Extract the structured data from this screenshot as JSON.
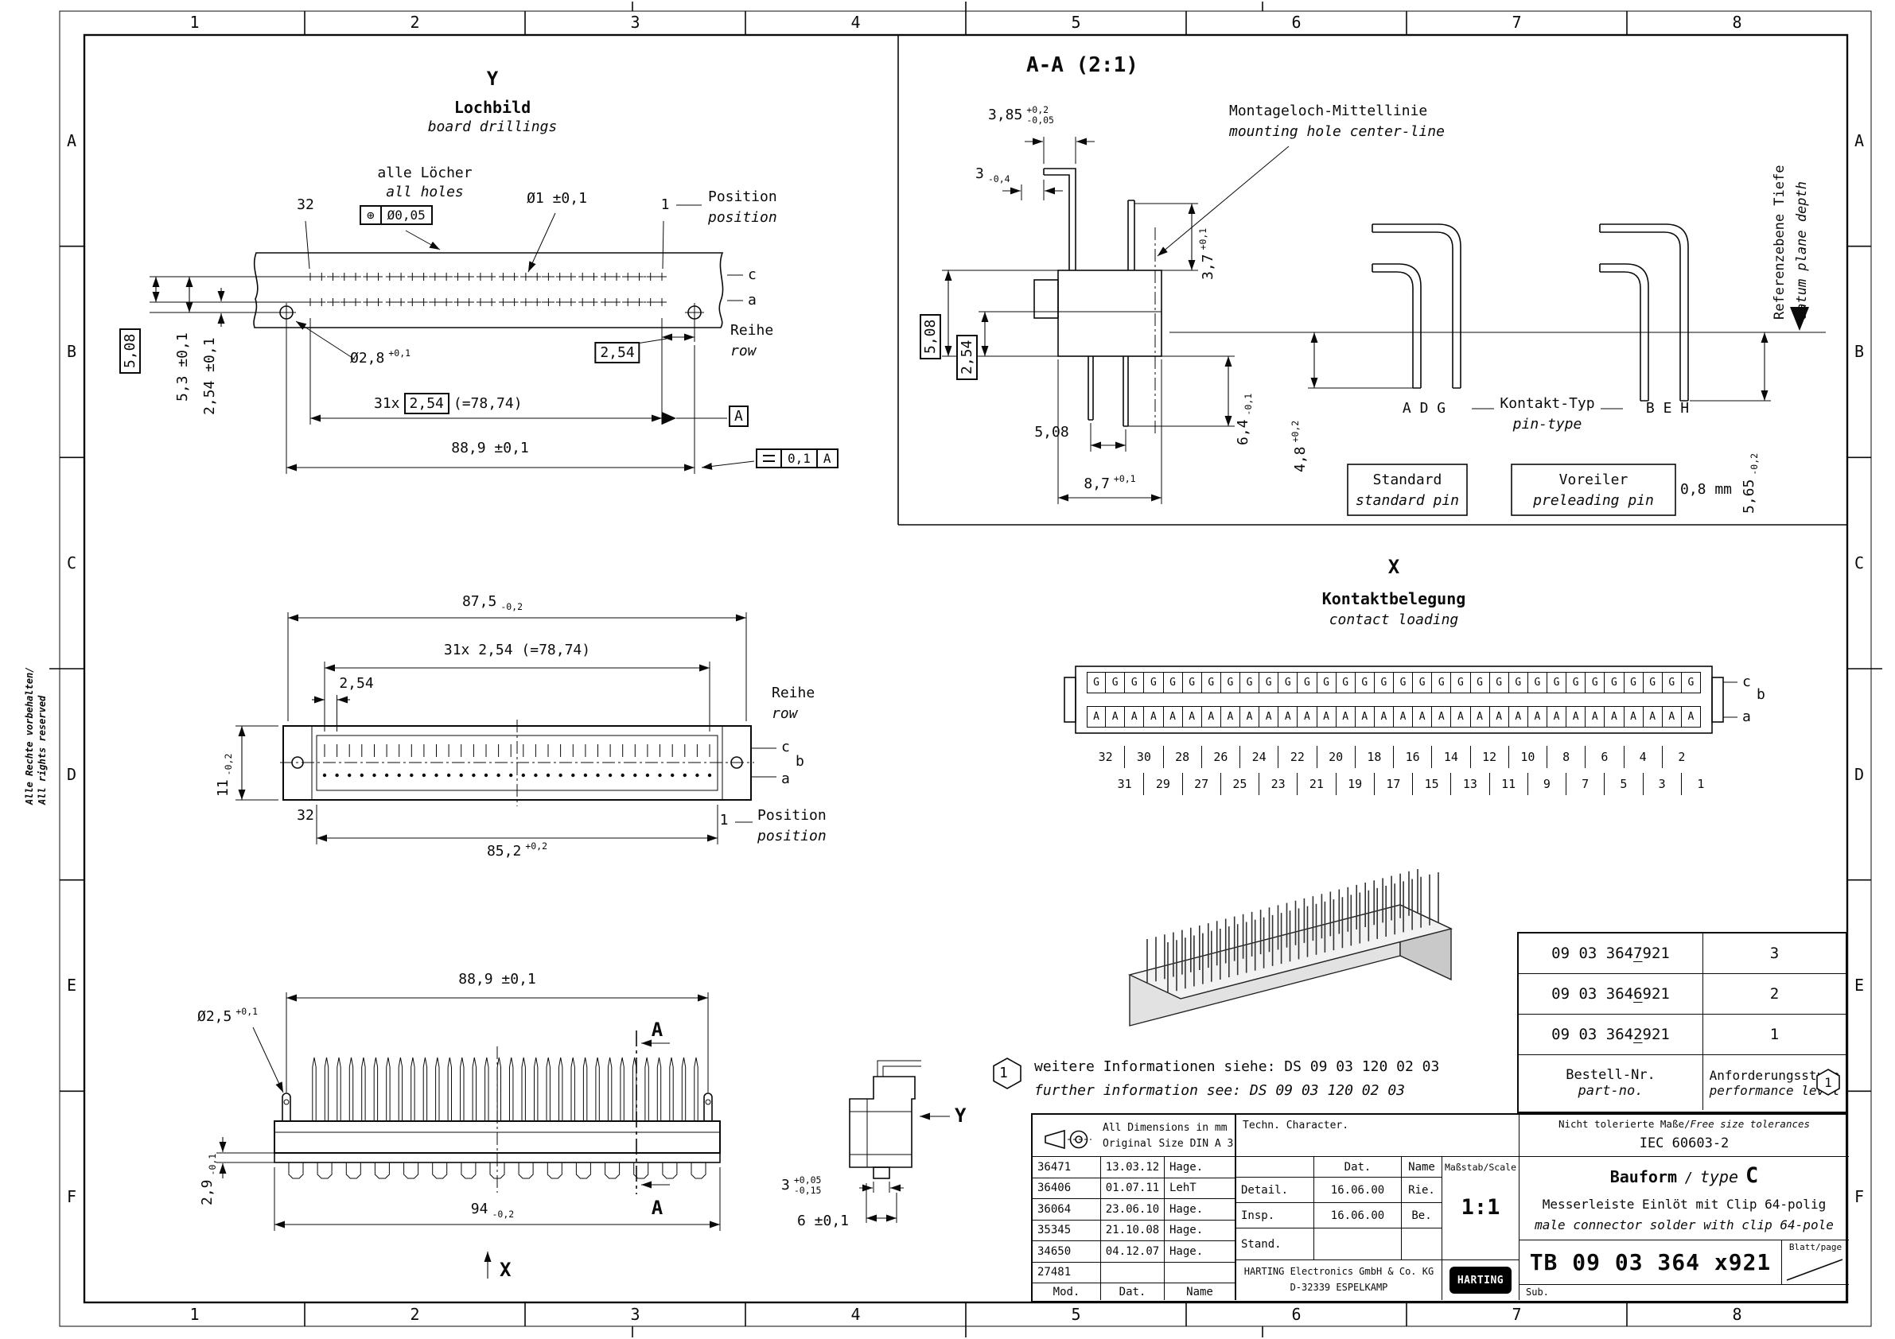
{
  "frame": {
    "cols": [
      "1",
      "2",
      "3",
      "4",
      "5",
      "6",
      "7",
      "8"
    ],
    "rows": [
      "A",
      "B",
      "C",
      "D",
      "E",
      "F"
    ],
    "copyright_de": "Alle Rechte vorbehalten/",
    "copyright_en": "All rights reserved"
  },
  "view_y": {
    "title": "Y",
    "subtitle_de": "Lochbild",
    "subtitle_en": "board drillings",
    "all_holes_de": "alle Löcher",
    "all_holes_en": "all holes",
    "pos_tol": "Ø0,05",
    "dia_hole": "Ø1 ±0,1",
    "pos_left": "32",
    "pos_right": "1",
    "position_de": "Position",
    "position_en": "position",
    "row_c": "c",
    "row_a": "a",
    "reihe_de": "Reihe",
    "reihe_en": "row",
    "dim_508": "5,08",
    "dim_53": "5,3 ±0,1",
    "dim_254t": "2,54 ±0,1",
    "dia_28": {
      "v": "Ø2,8",
      "tp": "+0,1"
    },
    "dim_254b": "2,54",
    "pitch_count": "31x",
    "pitch_val": "2,54",
    "pitch_total": "(=78,74)",
    "datum_label": "A",
    "dim_889": "88,9 ±0,1",
    "fcf_value": "0,1",
    "fcf_datum": "A"
  },
  "view_face": {
    "dim_875": {
      "v": "87,5",
      "tm": "-0,2"
    },
    "pitch": "31x 2,54 (=78,74)",
    "dim_254": "2,54",
    "dim_11": {
      "v": "11",
      "tm": "-0,2"
    },
    "reihe_de": "Reihe",
    "reihe_en": "row",
    "row_c": "c",
    "row_b": "b",
    "row_a": "a",
    "pos_left": "32",
    "pos_right": "1",
    "position_de": "Position",
    "position_en": "position",
    "dim_852": {
      "v": "85,2",
      "tp": "+0,2"
    }
  },
  "view_side": {
    "dim_889": "88,9 ±0,1",
    "dia_25": {
      "v": "Ø2,5",
      "tp": "+0,1"
    },
    "section_label": "A",
    "dim_29": {
      "v": "2,9",
      "tm": "-0,1"
    },
    "dim_94": {
      "v": "94",
      "tm": "-0,2"
    },
    "axis_x": "X",
    "axis_y": "Y",
    "dim_3": {
      "v": "3",
      "tp": "+0,05",
      "tm": "-0,15"
    },
    "dim_6": "6 ±0,1"
  },
  "view_aa": {
    "title": "A-A (2:1)",
    "dim_385": {
      "v": "3,85",
      "tp": "+0,2",
      "tm": "-0,05"
    },
    "dim_3": {
      "v": "3",
      "tm": "-0,4"
    },
    "center_de": "Montageloch-Mittellinie",
    "center_en": "mounting hole center-line",
    "dim_37": {
      "v": "3,7",
      "tp": "+0,1"
    },
    "dim_508_left": "5,08",
    "dim_254": "2,54",
    "dim_64": {
      "v": "6,4",
      "tm": "-0,1"
    },
    "dim_508_pitch": "5,08",
    "dim_87": {
      "v": "8,7",
      "tp": "+0,1"
    },
    "dim_48": {
      "v": "4,8",
      "tp": "+0,2"
    },
    "pins_left": "A D G",
    "pin_type_de": "Kontakt-Typ",
    "pin_type_en": "pin-type",
    "pins_right": "B E H",
    "standard_de": "Standard",
    "standard_en": "standard pin",
    "prelead_de": "Voreiler",
    "prelead_en": "preleading pin",
    "prelead_offset": "0,8 mm",
    "dim_565": {
      "v": "5,65",
      "tm": "-0,2"
    },
    "ref_de": "Referenzebene Tiefe",
    "ref_en": "datum plane depth"
  },
  "view_x": {
    "title": "X",
    "subtitle_de": "Kontaktbelegung",
    "subtitle_en": "contact loading",
    "top_letter": "G",
    "bottom_letter": "A",
    "cell_count": 32,
    "row_c": "c",
    "row_b": "b",
    "row_a": "a",
    "even_numbers": [
      "32",
      "30",
      "28",
      "26",
      "24",
      "22",
      "20",
      "18",
      "16",
      "14",
      "12",
      "10",
      "8",
      "6",
      "4",
      "2"
    ],
    "odd_numbers": [
      "31",
      "29",
      "27",
      "25",
      "23",
      "21",
      "19",
      "17",
      "15",
      "13",
      "11",
      "9",
      "7",
      "5",
      "3",
      "1"
    ]
  },
  "note": {
    "ref_mark": "1",
    "text_de": "weitere Informationen siehe: DS 09 03 120 02 03",
    "text_en": "further information see: DS 09 03 120 02 03"
  },
  "part_table": {
    "rows": [
      {
        "pre": "09 03 364 ",
        "mark": "7",
        "post": "921",
        "level": "3"
      },
      {
        "pre": "09 03 364 ",
        "mark": "6",
        "post": "921",
        "level": "2"
      },
      {
        "pre": "09 03 364 ",
        "mark": "2",
        "post": "921",
        "level": "1"
      }
    ],
    "part_no_de": "Bestell-Nr.",
    "part_no_en": "part-no.",
    "level_de": "Anforderungsstufe",
    "level_en": "performance level",
    "level_mark": "1"
  },
  "title_block": {
    "dimensions_note": "All Dimensions in mm",
    "original_size": "Original Size DIN A 3",
    "tech_character": "Techn. Character.",
    "revisions": [
      {
        "mod": "36471",
        "date": "13.03.12",
        "name": "Hage."
      },
      {
        "mod": "36406",
        "date": "01.07.11",
        "name": "LehT"
      },
      {
        "mod": "36064",
        "date": "23.06.10",
        "name": "Hage."
      },
      {
        "mod": "35345",
        "date": "21.10.08",
        "name": "Hage."
      },
      {
        "mod": "34650",
        "date": "04.12.07",
        "name": "Hage."
      },
      {
        "mod": "27481",
        "date": "",
        "name": ""
      }
    ],
    "mod_label": "Mod.",
    "date_label": "Dat.",
    "name_label": "Name",
    "approval": {
      "dat_header": "Dat.",
      "name_header": "Name",
      "rows": [
        {
          "label": "Detail.",
          "date": "16.06.00",
          "name": "Rie."
        },
        {
          "label": "Insp.",
          "date": "16.06.00",
          "name": "Be."
        },
        {
          "label": "Stand.",
          "date": "",
          "name": ""
        }
      ]
    },
    "scale_label": "Maßstab/Scale",
    "scale_value": "1:1",
    "company_line1": "HARTING Electronics GmbH & Co. KG",
    "company_line2": "D-32339 ESPELKAMP",
    "logo_text": "HARTING",
    "tolerance_note_de": "Nicht tolerierte Maße/",
    "tolerance_note_en": "Free size tolerances",
    "tolerance_standard": "IEC 60603-2",
    "type_label_de": "Bauform",
    "type_sep": "/",
    "type_label_en": "type",
    "type_value": "C",
    "desc_de": "Messerleiste Einlöt mit Clip  64-polig",
    "desc_en": "male connector solder with clip  64-pole",
    "drawing_number": "TB 09 03 364 x921",
    "page_label": "Blatt/page",
    "sub_label": "Sub."
  }
}
